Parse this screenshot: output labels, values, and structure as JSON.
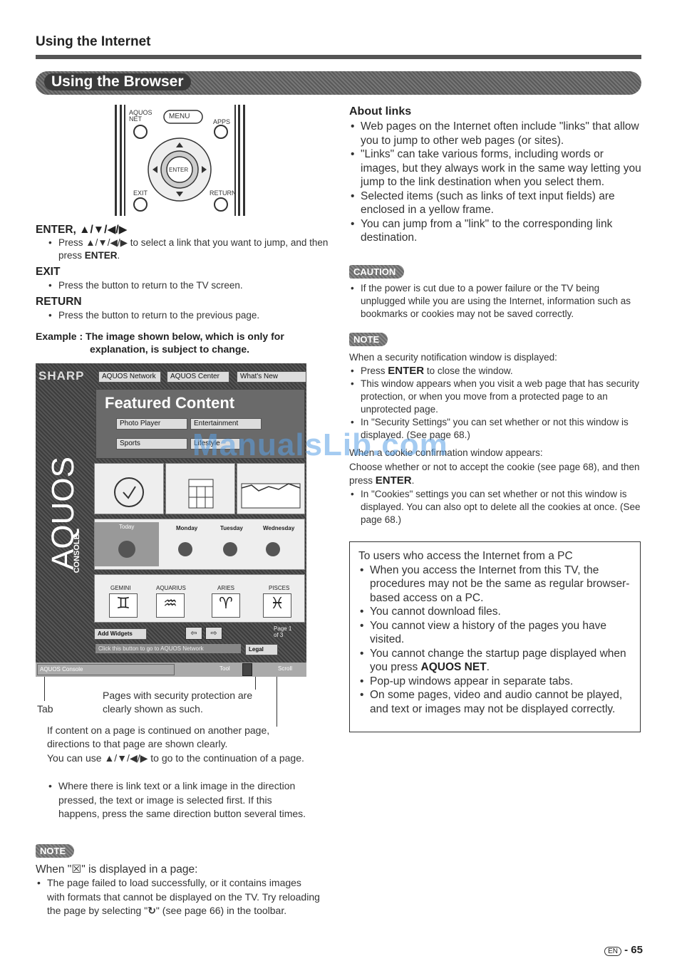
{
  "header": {
    "section": "Using the Internet",
    "banner": "Using the Browser"
  },
  "remote": {
    "aquos_net": "AQUOS\nNET",
    "menu": "MENU",
    "apps": "APPS",
    "enter": "ENTER",
    "exit": "EXIT",
    "return": "RETURN"
  },
  "left": {
    "enter_title": "ENTER, ▲/▼/◀/▶",
    "enter_b1_pre": "Press ",
    "enter_b1_arrows": "▲/▼/◀/▶",
    "enter_b1_mid": " to select a link that you want to jump, and then press ",
    "enter_b1_bold": "ENTER",
    "enter_b1_end": ".",
    "exit_title": "EXIT",
    "exit_b1": "Press the button to return to the TV screen.",
    "return_title": "RETURN",
    "return_b1": "Press the button to return to the previous page.",
    "example_line1": "Example : The image shown below, which is only for",
    "example_line2": "explanation, is subject to change."
  },
  "screen": {
    "logo": "SHARP",
    "tab1": "AQUOS Network",
    "tab2": "AQUOS Center",
    "tab3": "What's New",
    "featured": "Featured Content",
    "photo": "Photo Player",
    "entertainment": "Entertainment",
    "sports": "Sports",
    "lifestyle": "Lifestyle",
    "side": "AQUOS",
    "console": "CONSOLE",
    "today": "Today",
    "monday": "Monday",
    "tuesday": "Tuesday",
    "wednesday": "Wednesday",
    "gemini": "GEMINI",
    "aquarius": "AQUARIUS",
    "aries": "ARIES",
    "pisces": "PISCES",
    "add_widgets": "Add Widgets",
    "page": "Page 1\nof 3",
    "click": "Click this button to go to AQUOS Network",
    "legal": "Legal",
    "status_tab": "AQUOS Console",
    "tool": "Tool",
    "scroll": "Scroll"
  },
  "callouts": {
    "tab": "Tab",
    "security": "Pages with security protection are clearly shown as such."
  },
  "cont": {
    "p1": "If content on a page is continued on another page, directions to that page are shown clearly.",
    "p2_pre": "You can use ",
    "p2_arrows": "▲/▼/◀/▶",
    "p2_end": " to go to the continuation of a page.",
    "b1": "Where there is link text or a link image in the direction pressed, the text or image is selected first. If this happens, press the same direction button several times."
  },
  "note_left": {
    "tag": "NOTE",
    "intro": "When \"☒\" is displayed in a page:",
    "b1_pre": "The page failed to load successfully, or it contains images with formats that cannot be displayed on the TV. Try reloading the page by selecting \"",
    "b1_icon": "↻",
    "b1_end": "\" (see page 66) in the toolbar."
  },
  "links": {
    "title": "About links",
    "b1": "Web pages on the Internet often include \"links\" that allow you to jump to other web pages (or sites).",
    "b2": "\"Links\" can take various forms, including words or images, but they always work in the same way letting you jump to the link destination when you select them.",
    "b3": "Selected items (such as links of text input fields) are enclosed in a yellow frame.",
    "b4": "You can jump from a \"link\" to the corresponding link destination."
  },
  "caution": {
    "tag": "CAUTION",
    "b1": "If the power is cut due to a power failure or the TV being unplugged while you are using the Internet, information such as bookmarks or cookies may not be saved correctly."
  },
  "note_right": {
    "tag": "NOTE",
    "intro": "When a security notification window is displayed:",
    "b1_pre": "Press ",
    "b1_bold": "ENTER",
    "b1_end": " to close the window.",
    "b2": "This window appears when you visit a web page that has security protection, or when you move from a protected page to an unprotected page.",
    "b3": "In \"Security Settings\" you can set whether or not this window is displayed. (See page 68.)",
    "intro2": "When a cookie confirmation window appears:",
    "p2_pre": "Choose whether or not to accept the cookie (see page 68), and then press ",
    "p2_bold": "ENTER",
    "p2_end": ".",
    "b4": "In \"Cookies\" settings you can set whether or not this window is displayed. You can also opt to delete all the cookies at once. (See page 68.)"
  },
  "pcbox": {
    "title": "To users who access the Internet from a PC",
    "b1": "When you access the Internet from this TV, the procedures may not be the same as regular browser-based access on a PC.",
    "b2": "You cannot download files.",
    "b3": "You cannot view a history of the pages you have visited.",
    "b4_pre": "You cannot change the startup page displayed when you press ",
    "b4_bold": "AQUOS NET",
    "b4_end": ".",
    "b5": "Pop-up windows appear in separate tabs.",
    "b6": "On some pages, video and audio cannot be played, and text or images may not be displayed correctly."
  },
  "watermark": "ManualsLib.com",
  "footer": {
    "lang": "EN",
    "page": "- 65"
  }
}
